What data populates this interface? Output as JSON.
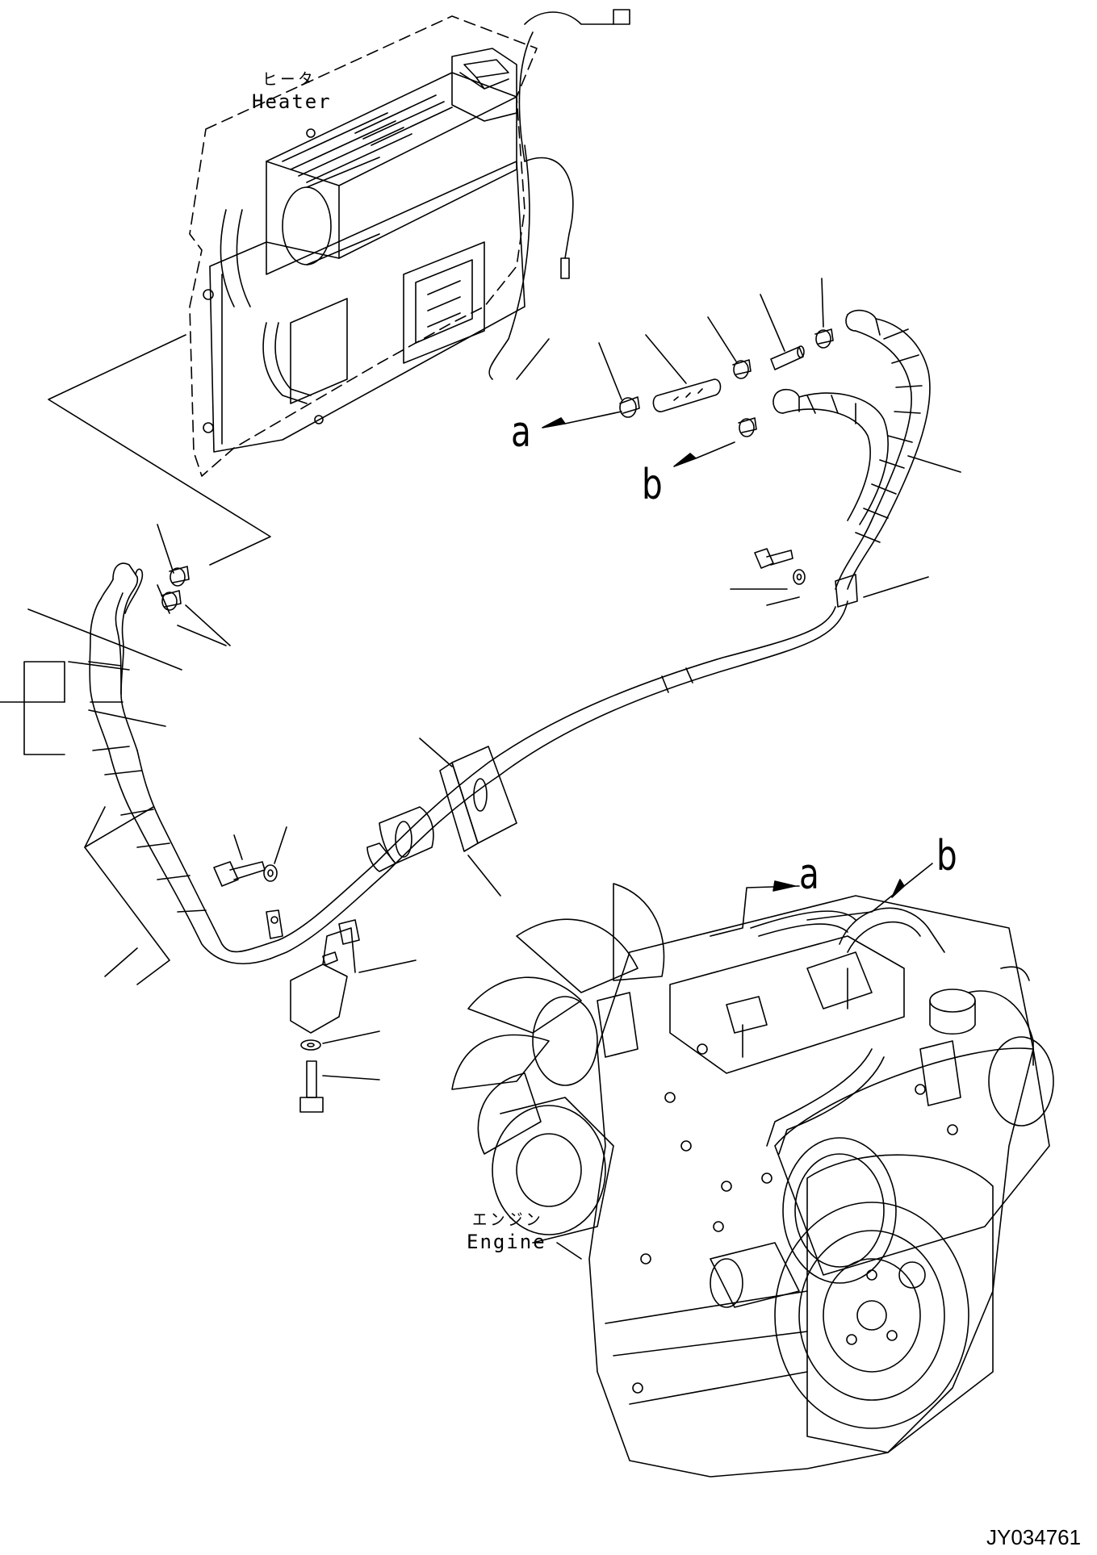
{
  "labels": {
    "heater_jp": "ヒータ",
    "heater_en": "Heater",
    "engine_jp": "エンジン",
    "engine_en": "Engine",
    "callout_a_upper": "a",
    "callout_b_upper": "b",
    "callout_a_lower": "a",
    "callout_b_lower": "b",
    "drawing_code": "JY034761"
  },
  "colors": {
    "ink": "#000000",
    "paper": "#ffffff"
  }
}
